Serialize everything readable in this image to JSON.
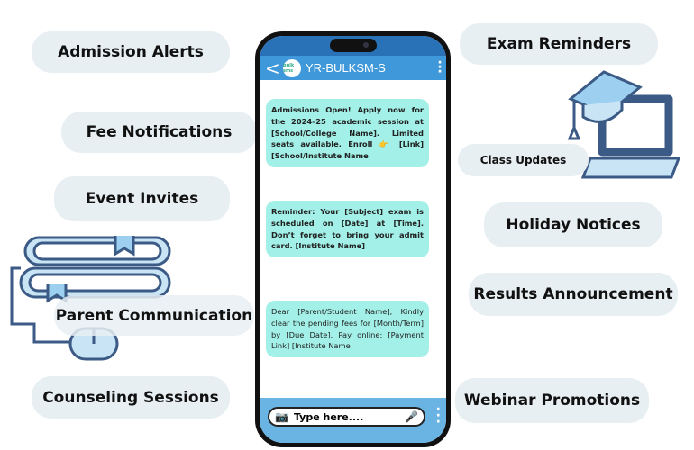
{
  "labels_left": [
    "Admission Alerts",
    "Fee Notifications",
    "Event Invites",
    "Parent Communication",
    "Counseling Sessions"
  ],
  "labels_right": [
    "Exam Reminders",
    "Class Updates",
    "Holiday Notices",
    "Results Announcement",
    "Webinar Promotions"
  ],
  "phone": {
    "sender": "YR-BULKSM-S",
    "back_icon": "<",
    "logo_text": "bulk sms",
    "messages": [
      "Admissions Open! Apply now for the 2024–25 academic session at [School/College Name]. Limited seats available. Enroll 👉 [Link] [School/Institute Name",
      "Reminder: Your [Subject] exam is scheduled on [Date] at [Time]. Don’t forget to bring your admit card. [Institute Name]",
      "Dear [Parent/Student Name], Kindly clear the pending fees for [Month/Term] by [Due Date]. Pay online: [Payment Link] [Institute Name"
    ],
    "input_placeholder": "Type here...."
  },
  "colors": {
    "header": "#3f98d9",
    "bubble": "#a2f0e7",
    "label_bg": "#e7eff3"
  }
}
